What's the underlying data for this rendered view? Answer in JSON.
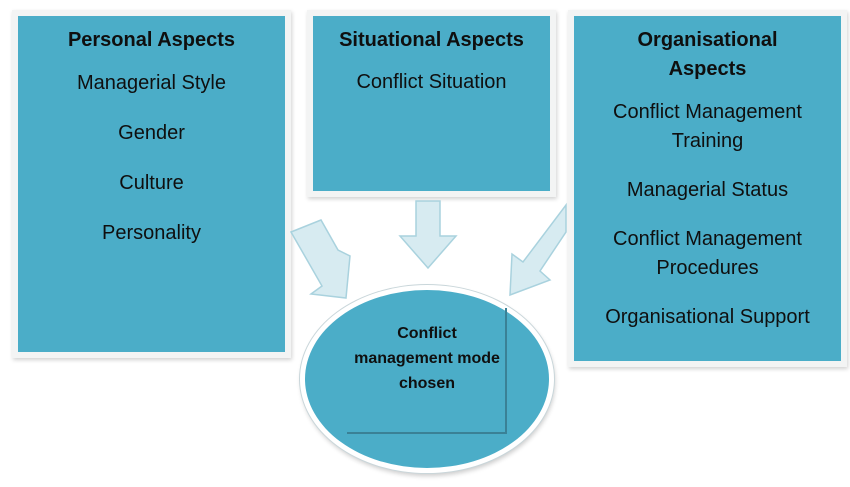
{
  "personal": {
    "title": "Personal Aspects",
    "items": [
      "Managerial Style",
      "Gender",
      "Culture",
      "Personality"
    ]
  },
  "situational": {
    "title": "Situational Aspects",
    "items": [
      "Conflict Situation"
    ]
  },
  "organisational": {
    "title": "Organisational Aspects",
    "items": [
      "Conflict Management Training",
      "Managerial Status",
      "Conflict Management Procedures",
      "Organisational Support"
    ]
  },
  "center": {
    "label": "Conflict management mode chosen"
  },
  "colors": {
    "box_fill": "#4badc8",
    "arrow_fill": "#d7ebf1",
    "arrow_stroke": "#a9d2de"
  }
}
